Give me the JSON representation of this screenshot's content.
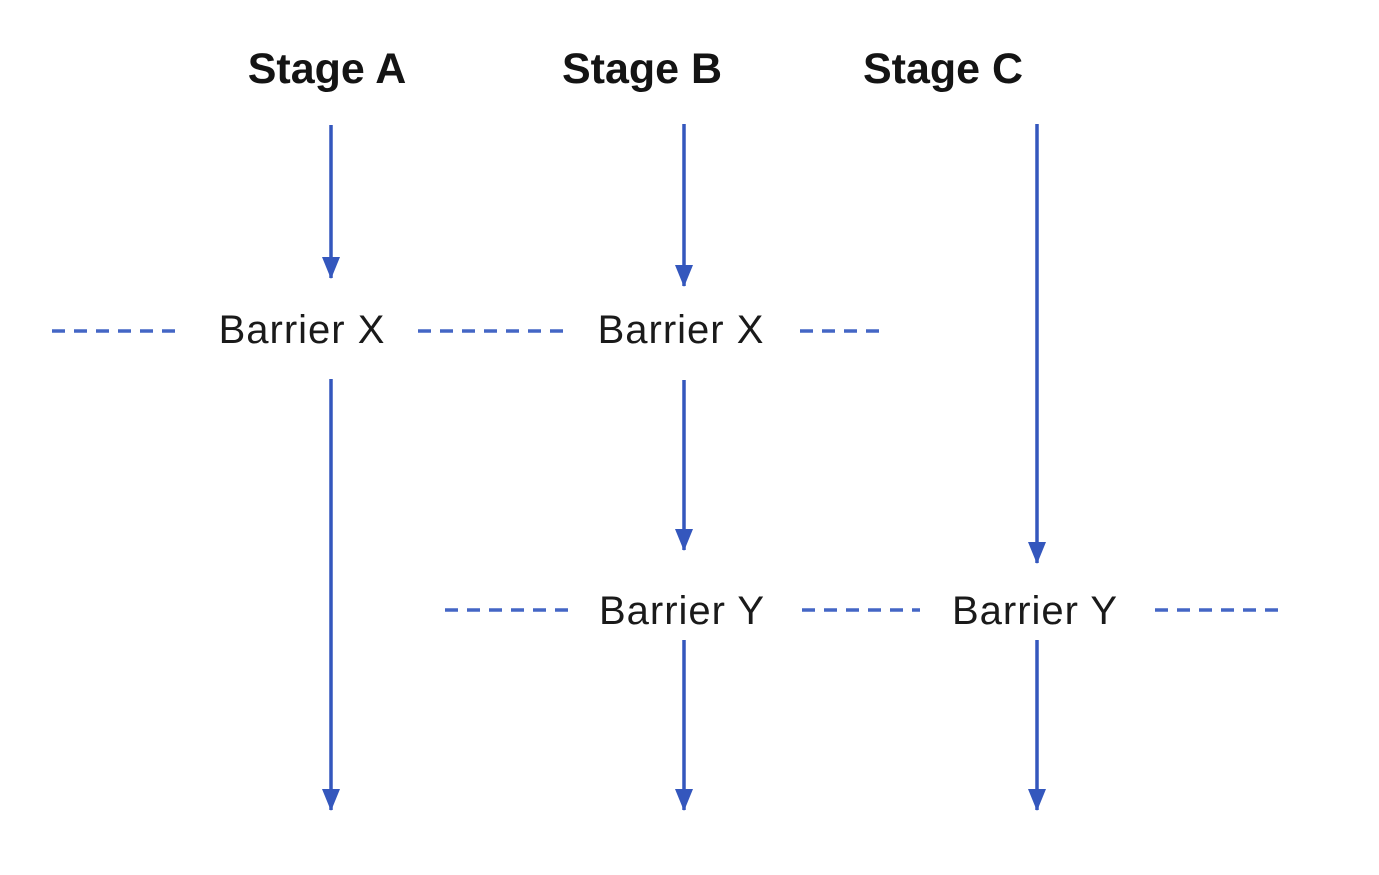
{
  "colors": {
    "background": "#ffffff",
    "flow_line": "#3457bd",
    "dash_line": "#4466c5",
    "stage_text": "#141414",
    "barrier_text": "#1a1a1a"
  },
  "diagram": {
    "type": "barrier-synchronization-flow",
    "columns": [
      {
        "label": "Stage A",
        "arrow_segments": 2
      },
      {
        "label": "Stage B",
        "arrow_segments": 3
      },
      {
        "label": "Stage C",
        "arrow_segments": 2
      }
    ],
    "barrier_rows": [
      {
        "name": "barrier-x",
        "labels": [
          "Barrier X",
          "Barrier X"
        ]
      },
      {
        "name": "barrier-y",
        "labels": [
          "Barrier Y",
          "Barrier Y"
        ]
      }
    ]
  }
}
